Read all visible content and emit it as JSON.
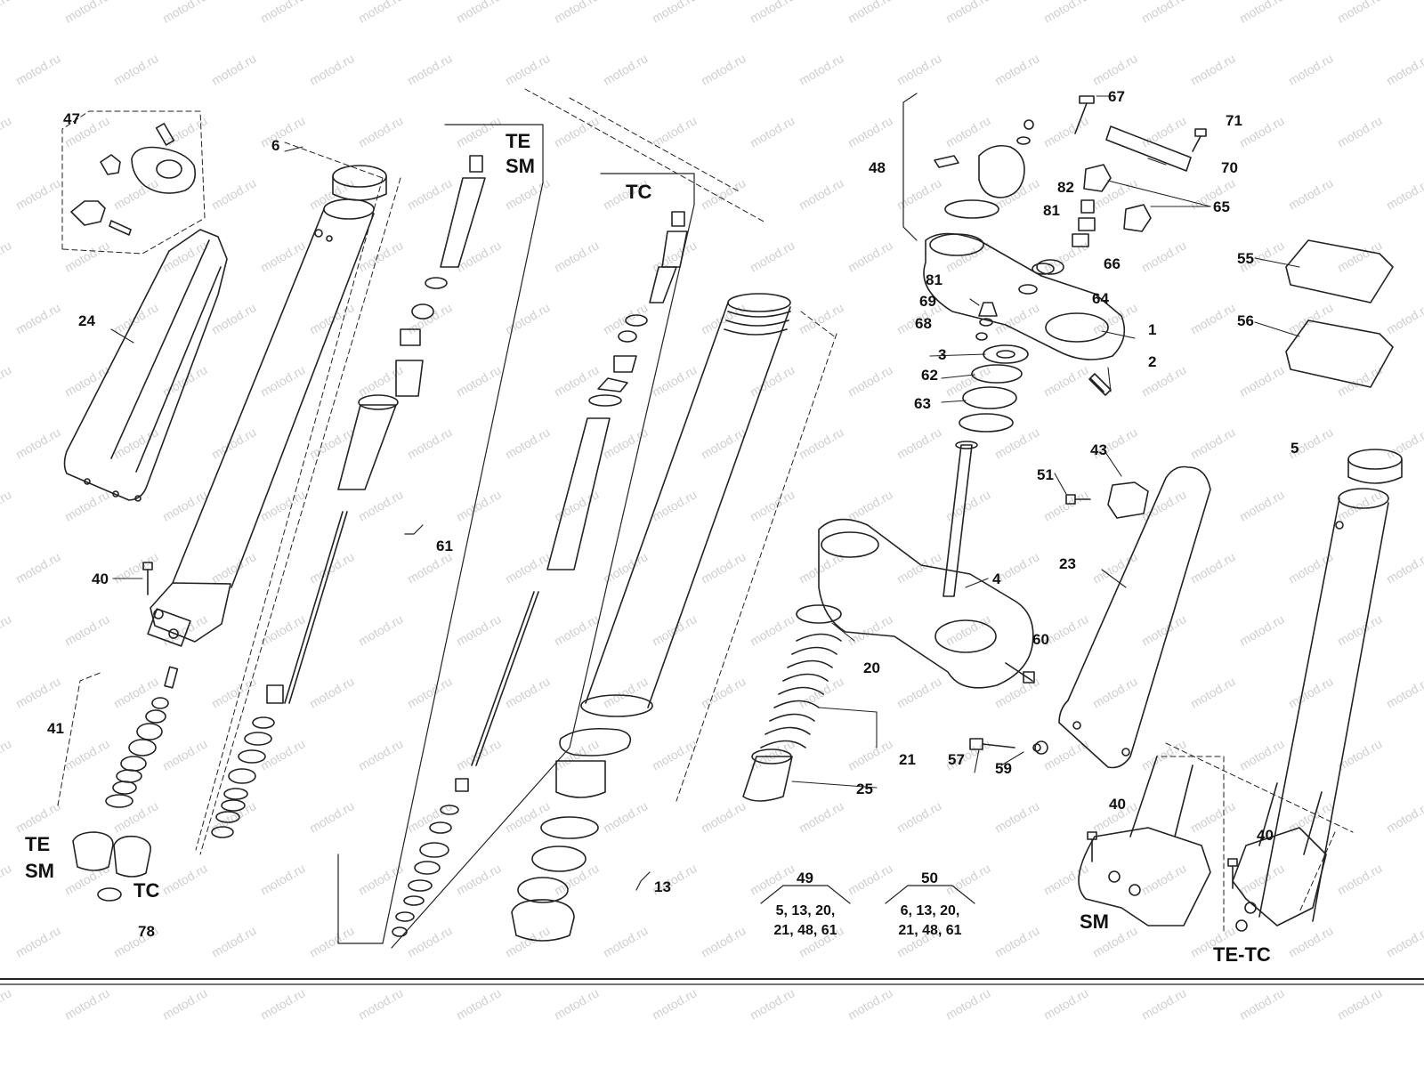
{
  "watermark": "motod.ru",
  "callouts": {
    "n1": "1",
    "n2": "2",
    "n3": "3",
    "n4": "4",
    "n5": "5",
    "n6": "6",
    "n13": "13",
    "n20": "20",
    "n21": "21",
    "n23": "23",
    "n24": "24",
    "n25": "25",
    "n40a": "40",
    "n40b": "40",
    "n40c": "40",
    "n41": "41",
    "n43": "43",
    "n47": "47",
    "n48": "48",
    "n49": "49",
    "n50": "50",
    "n51": "51",
    "n55": "55",
    "n56": "56",
    "n57": "57",
    "n59": "59",
    "n60": "60",
    "n61": "61",
    "n62": "62",
    "n63": "63",
    "n64": "64",
    "n65": "65",
    "n66": "66",
    "n67": "67",
    "n68": "68",
    "n69": "69",
    "n70": "70",
    "n71": "71",
    "n78": "78",
    "n81a": "81",
    "n81b": "81",
    "n82": "82"
  },
  "variants": {
    "te_sm_top_1": "TE",
    "te_sm_top_2": "SM",
    "tc_top": "TC",
    "te_sm_left_1": "TE",
    "te_sm_left_2": "SM",
    "tc_left": "TC",
    "sm_bottom": "SM",
    "tetc_bottom": "TE-TC"
  },
  "kits": {
    "k49_line1": "5, 13, 20,",
    "k49_line2": "21, 48, 61",
    "k50_line1": "6, 13, 20,",
    "k50_line2": "21, 48, 61"
  }
}
